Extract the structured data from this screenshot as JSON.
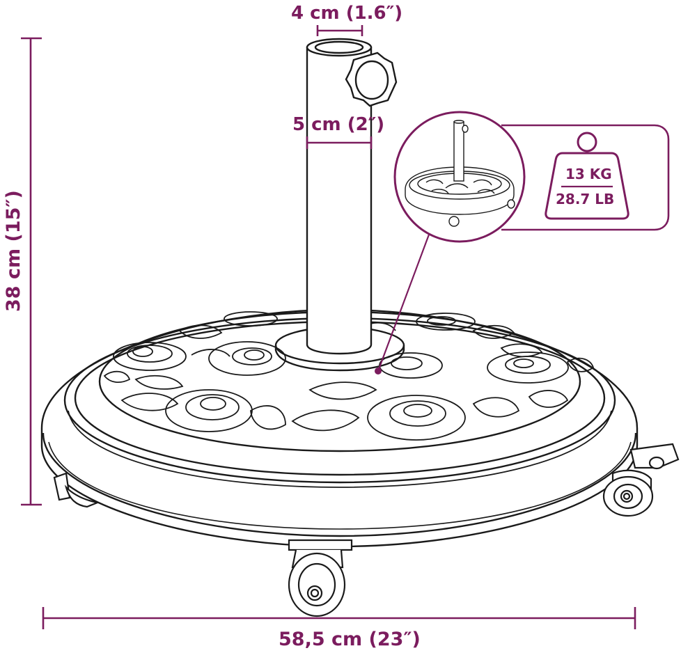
{
  "dimensions": {
    "top_diameter": "4 cm (1.6″)",
    "outer_tube_diameter": "5 cm (2″)",
    "height": "38 cm (15″)",
    "width": "58,5 cm (23″)"
  },
  "weight": {
    "kg": "13 KG",
    "lb": "28.7 LB"
  },
  "colors": {
    "accent": "#7b1c5e",
    "line": "#1a1a1a",
    "background": "#ffffff"
  }
}
